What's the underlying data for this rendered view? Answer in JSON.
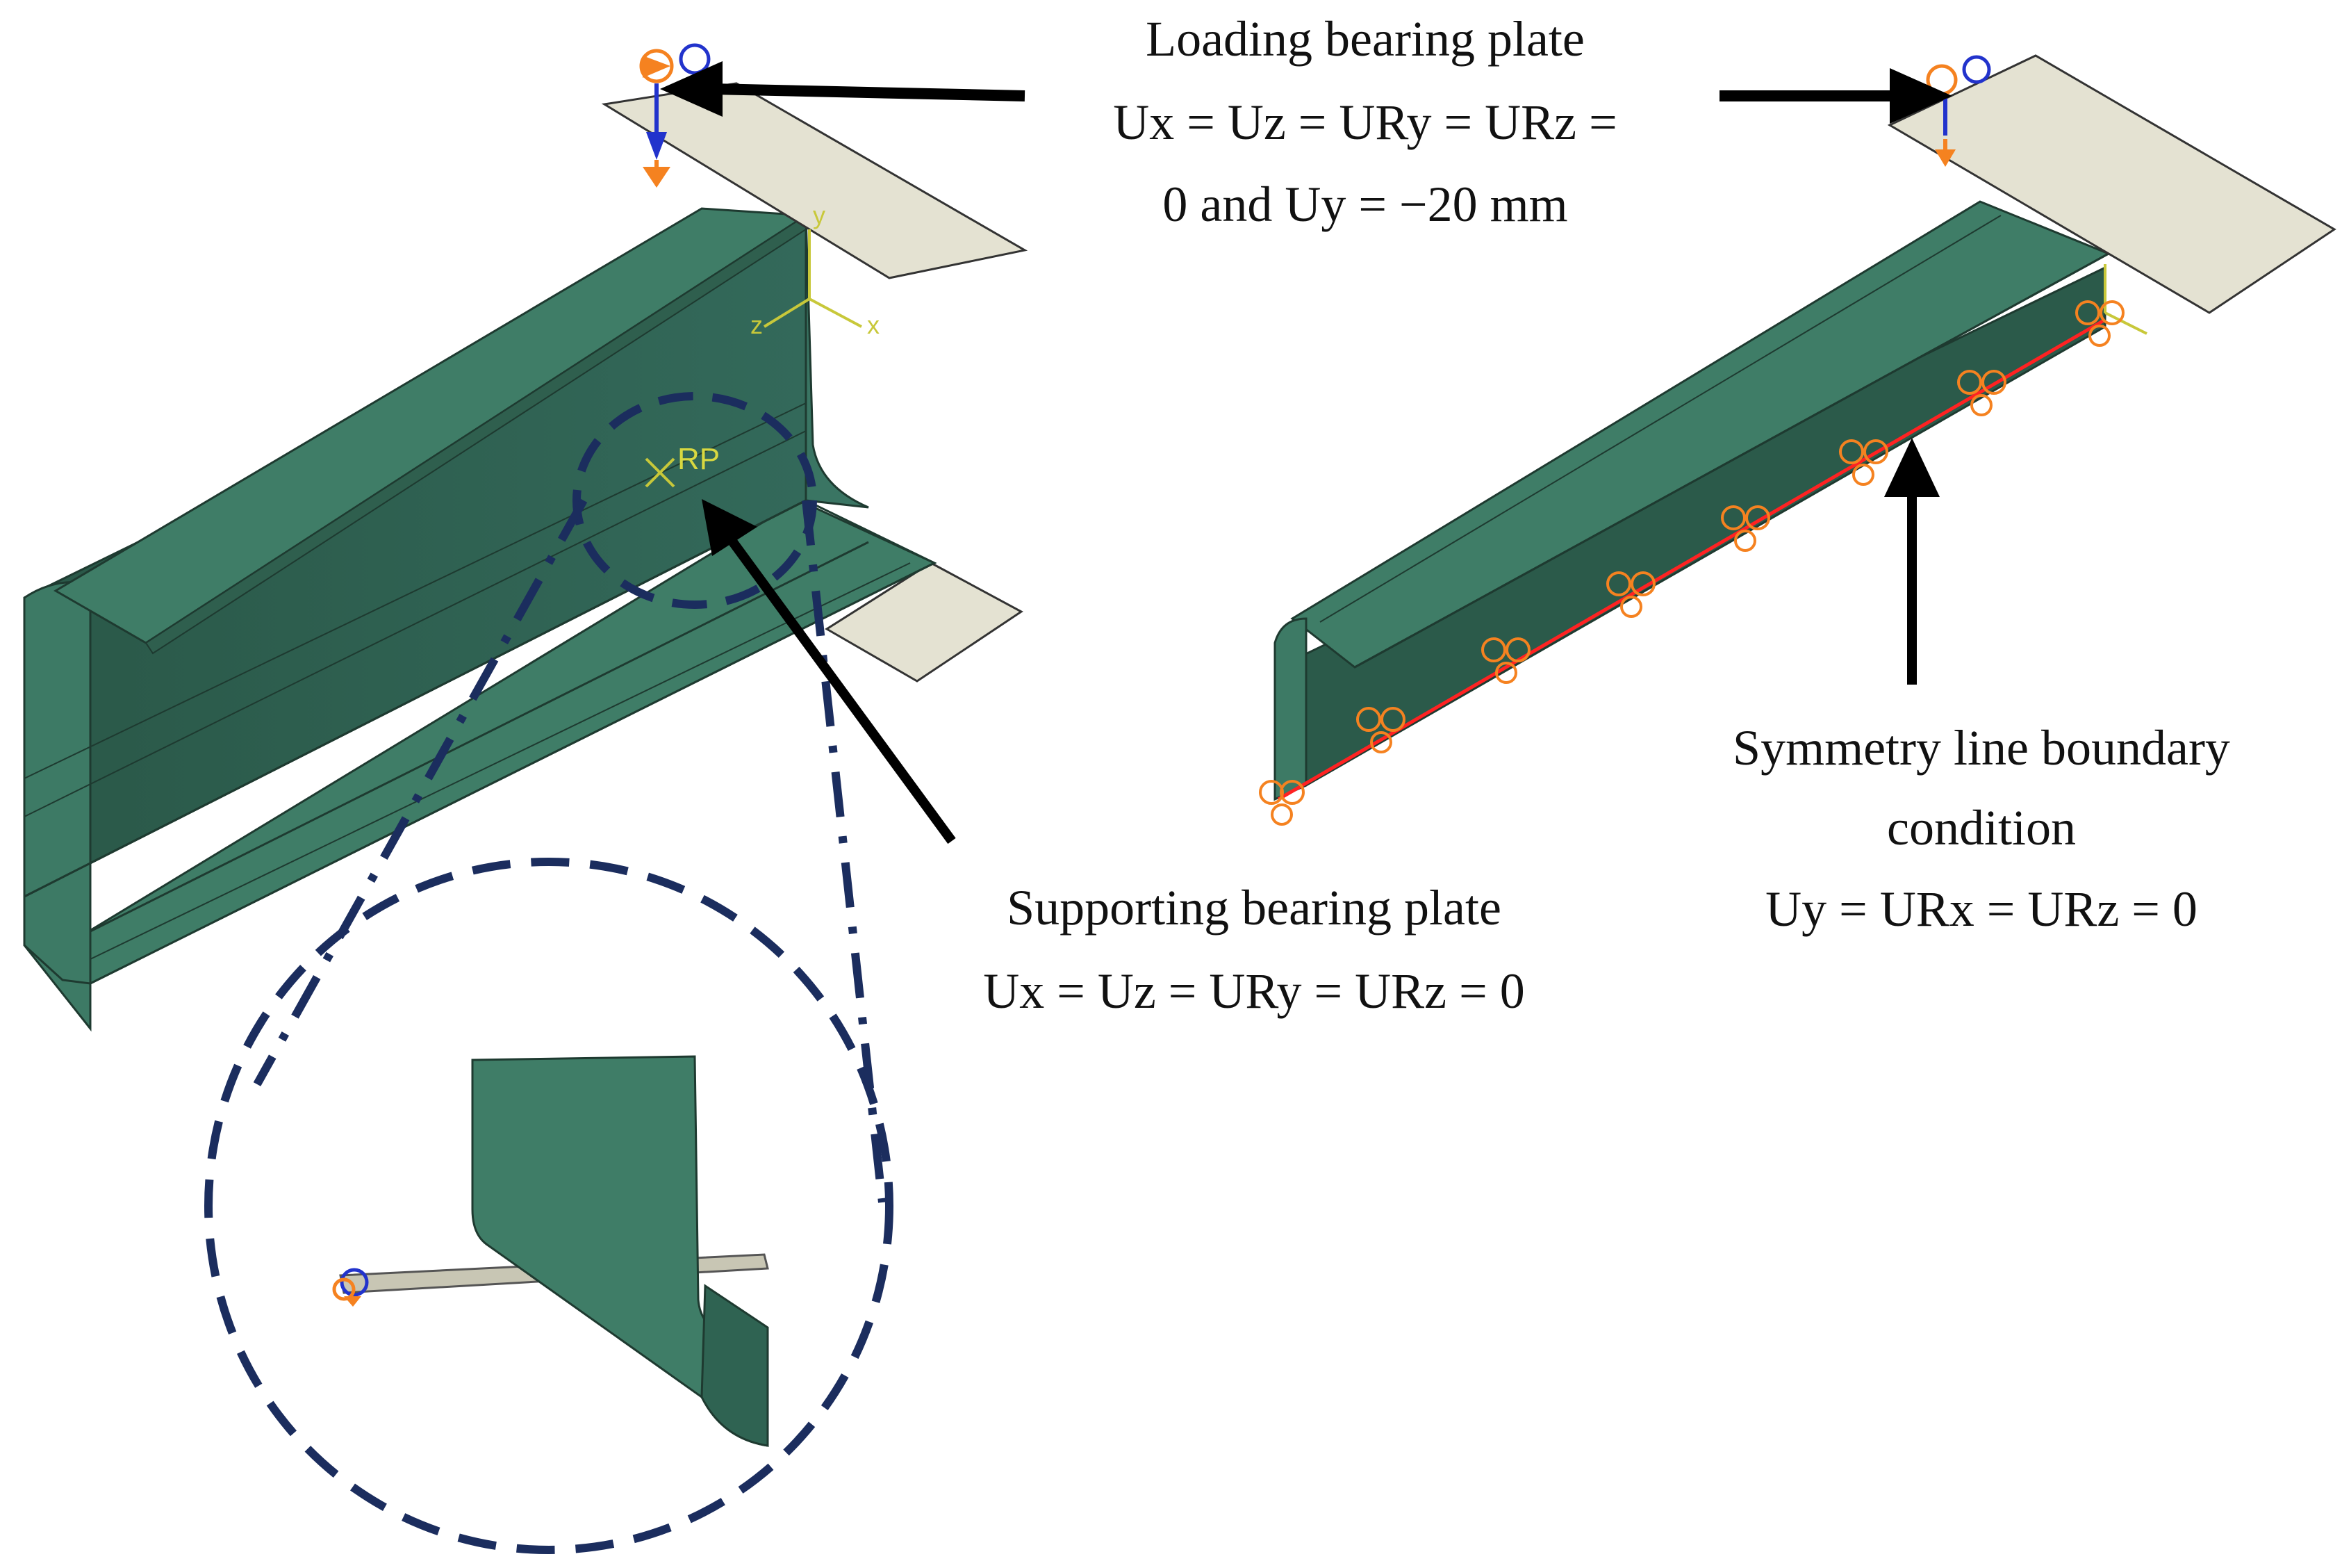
{
  "labels": {
    "loading": {
      "line1": "Loading bearing plate",
      "line2": "Ux = Uz = URy = URz =",
      "line3": "0 and Uy = −20 mm"
    },
    "supporting": {
      "line1": "Supporting bearing plate",
      "line2": "Ux = Uz = URy = URz = 0"
    },
    "symmetry": {
      "line1": "Symmetry line boundary",
      "line2": "condition",
      "line3": "Uy = URx = URz = 0"
    },
    "rp": "RP",
    "axes": {
      "x": "x",
      "y": "y",
      "z": "z"
    }
  },
  "colors": {
    "beam_face": "#3f7d67",
    "beam_shadow": "#2f5f4e",
    "beam_dark": "#285444",
    "plate": "#e4e2d2",
    "arrow": "#000000",
    "callout": "#1b2d5e",
    "bc_marker": "#f58220",
    "rp_marker": "#2233cc",
    "axis": "#c8c83a",
    "symmetry_edge": "#ff2222"
  }
}
